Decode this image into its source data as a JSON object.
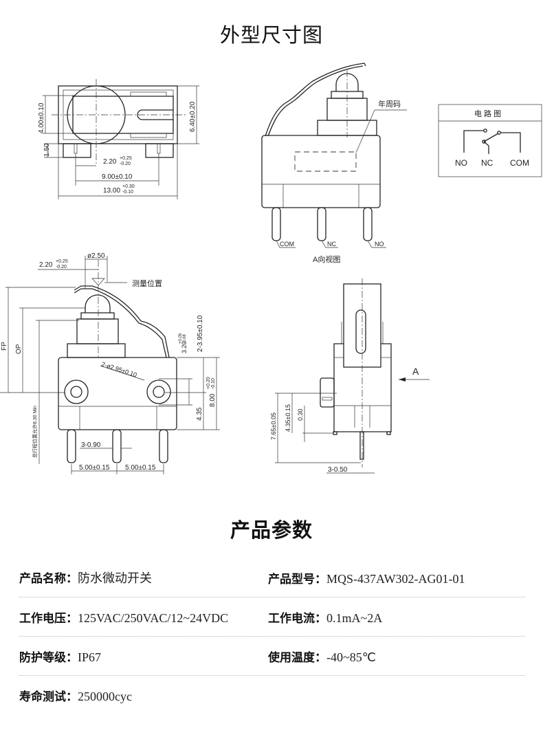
{
  "dimensions_section": {
    "title": "外型尺寸图",
    "top_view": {
      "dims": [
        "4.00±0.10",
        "6.40±0.20",
        "1.50",
        "2.20",
        "+0.25",
        "-0.20",
        "9.00±0.10",
        "13.00",
        "+0.30",
        "-0.10"
      ]
    },
    "front_view": {
      "date_code_label": "年周码",
      "pins": [
        "COM",
        "NC",
        "NO"
      ],
      "view_label": "A向视图"
    },
    "circuit": {
      "title": "电 路 图",
      "terminals": [
        "NO",
        "NC",
        "COM"
      ]
    },
    "side_view": {
      "measure_label": "测量位置",
      "dims": {
        "lever_offset": "2.20",
        "lever_tol_up": "+0.25",
        "lever_tol_down": "-0.20",
        "dia": "ø2.50",
        "fp": "FP",
        "op": "OP",
        "min_travel": "总行程位置允许8.30 Min",
        "holes": "2-ø2.95±0.10",
        "hole_h": "3.20",
        "hole_tol_up": "+0.05",
        "hole_tol_down": "-0.08",
        "hole_dist": "2-3.95±0.10",
        "h435": "4.35",
        "h800": "8.00",
        "h800_up": "+0.20",
        "h800_down": "-0.10",
        "pin_w": "3-0.90",
        "pitch1": "5.00±0.15",
        "pitch2": "5.00±0.15"
      }
    },
    "end_view": {
      "arrow_label": "A",
      "dims": [
        "4.35±0.15",
        "0.30",
        "7.65±0.05",
        "3-0.50"
      ]
    }
  },
  "params_section": {
    "title": "产品参数",
    "rows": [
      [
        {
          "label": "产品名称：",
          "value": "防水微动开关"
        },
        {
          "label": "产品型号：",
          "value": "MQS-437AW302-AG01-01"
        }
      ],
      [
        {
          "label": "工作电压：",
          "value": "125VAC/250VAC/12~24VDC"
        },
        {
          "label": "工作电流：",
          "value": "0.1mA~2A"
        }
      ],
      [
        {
          "label": "防护等级：",
          "value": "IP67"
        },
        {
          "label": "使用温度：",
          "value": "-40~85℃"
        }
      ],
      [
        {
          "label": "寿命测试：",
          "value": "250000cyc"
        }
      ]
    ]
  }
}
